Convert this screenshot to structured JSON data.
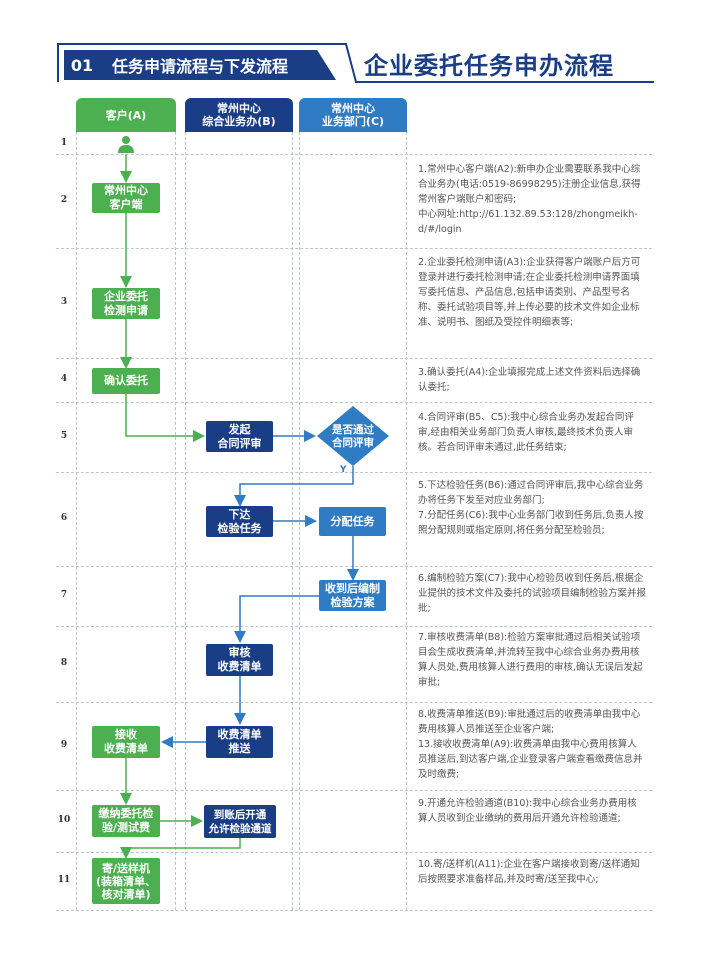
{
  "header": {
    "section_number": "01",
    "section_title": "任务申请流程与下发流程",
    "main_title": "企业委托任务申办流程"
  },
  "lanes": [
    {
      "label": "客户(A)"
    },
    {
      "label_line1": "常州中心",
      "label_line2": "综合业务办(B)"
    },
    {
      "label_line1": "常州中心",
      "label_line2": "业务部门(C)"
    }
  ],
  "rows": [
    "1",
    "2",
    "3",
    "4",
    "5",
    "6",
    "7",
    "8",
    "9",
    "10",
    "11"
  ],
  "nodes": {
    "client_portal": [
      "常州中心",
      "客户端"
    ],
    "inspection_request": [
      "企业委托",
      "检测申请"
    ],
    "confirm": [
      "确认委托"
    ],
    "contract_review": [
      "发起",
      "合同评审"
    ],
    "decision": [
      "是否通过",
      "合同评审"
    ],
    "decision_yes": "Y",
    "issue_task": [
      "下达",
      "检验任务"
    ],
    "assign_task": [
      "分配任务"
    ],
    "plan": [
      "收到后编制",
      "检验方案"
    ],
    "review_bill": [
      "审核",
      "收费清单"
    ],
    "push_bill": [
      "收费清单",
      "推送"
    ],
    "receive_bill": [
      "接收",
      "收费清单"
    ],
    "pay": [
      "缴纳委托检",
      "验/测试费"
    ],
    "open_channel": [
      "到账后开通",
      "允许检验通道"
    ],
    "send_sample": [
      "寄/送样机",
      "(装箱清单、",
      "核对清单)"
    ]
  },
  "descriptions": {
    "r2": [
      "1.常州中心客户端(A2):新申办企业需要联系我中心综合业务办(电话:0519-86998295)注册企业信息,获得常州客户端账户和密码;",
      "中心网址:http://61.132.89.53:128/zhongmeikh-d/#/login"
    ],
    "r3": [
      "2.企业委托检测申请(A3):企业获得客户端账户后方可登录并进行委托检测申请;在企业委托检测申请界面填写委托信息、产品信息,包括申请类别、产品型号名称、委托试验项目等,并上传必要的技术文件如企业标准、说明书、图纸及受控件明细表等;"
    ],
    "r4": [
      "3.确认委托(A4):企业填报完成上述文件资料后选择确认委托;"
    ],
    "r5": [
      "4.合同评审(B5、C5):我中心综合业务办发起合同评审,经由相关业务部门负责人审核,最终技术负责人审核。若合同评审未通过,此任务结束;"
    ],
    "r6": [
      "5.下达检验任务(B6):通过合同评审后,我中心综合业务办将任务下发至对应业务部门;",
      "7.分配任务(C6):我中心业务部门收到任务后,负责人按照分配规则或指定原则,将任务分配至检验员;"
    ],
    "r7": [
      "6.编制检验方案(C7):我中心检验员收到任务后,根据企业提供的技术文件及委托的试验项目编制检验方案并报批;"
    ],
    "r8": [
      "7.审核收费清单(B8):检验方案审批通过后相关试验项目会生成收费清单,并流转至我中心综合业务办费用核算人员处,费用核算人进行费用的审核,确认无误后发起审批;"
    ],
    "r9": [
      "8.收费清单推送(B9):审批通过后的收费清单由我中心费用核算人员推送至企业客户端;",
      "13.接收收费清单(A9):收费清单由我中心费用核算人员推送后,到达客户端,企业登录客户端查看缴费信息并及时缴费;"
    ],
    "r10": [
      "9.开通允许检验通道(B10):我中心综合业务办费用核算人员收到企业缴纳的费用后开通允许检验通道;"
    ],
    "r11": [
      "10.寄/送样机(A11):企业在客户端接收到寄/送样通知后按照要求准备样品,并及时寄/送至我中心;"
    ]
  },
  "colors": {
    "navy": "#1a3e86",
    "green": "#4caf50",
    "blue": "#2f7cc4",
    "arrow_blue": "#2f7cc4",
    "arrow_green": "#4caf50"
  },
  "icons": [
    "person-icon"
  ]
}
